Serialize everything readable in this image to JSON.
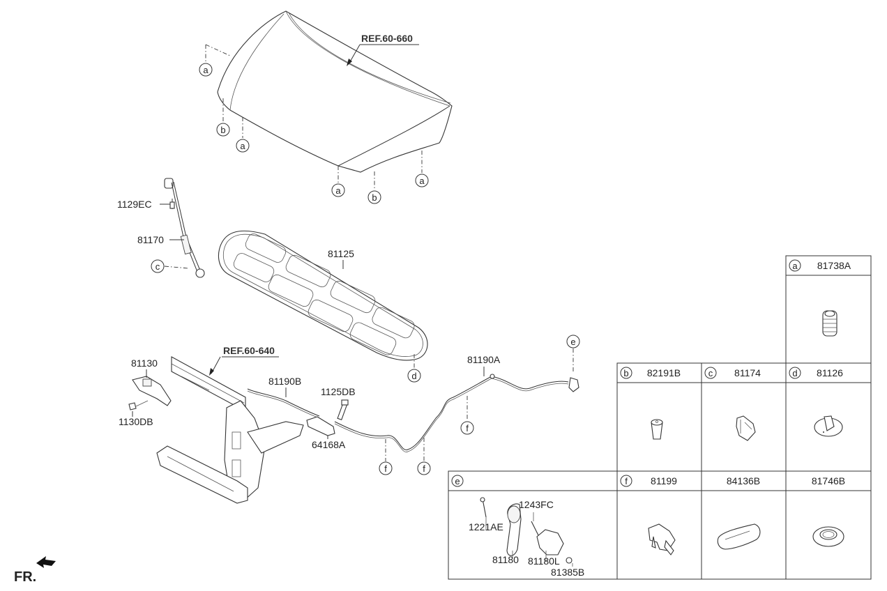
{
  "diagram": {
    "direction_marker": "FR.",
    "references": [
      {
        "id": "ref-hood",
        "text": "REF.60-660"
      },
      {
        "id": "ref-carrier",
        "text": "REF.60-640"
      }
    ],
    "part_labels": {
      "p1129EC": "1129EC",
      "p81170": "81170",
      "p81125": "81125",
      "p81130": "81130",
      "p1130DB": "1130DB",
      "p81190B": "81190B",
      "p1125DB": "1125DB",
      "p64168A": "64168A",
      "p81190A": "81190A"
    },
    "callouts": {
      "hood_a1": "a",
      "hood_b1": "b",
      "hood_a2": "a",
      "hood_a3": "a",
      "hood_b2": "b",
      "hood_a4": "a",
      "strut_c": "c",
      "pad_d": "d",
      "cable_e": "e",
      "cable_f1": "f",
      "cable_f2": "f",
      "cable_f3": "f"
    }
  },
  "legend_table": {
    "cells": [
      {
        "key": "a",
        "part": "81738A"
      },
      {
        "key": "b",
        "part": "82191B"
      },
      {
        "key": "c",
        "part": "81174"
      },
      {
        "key": "d",
        "part": "81126"
      },
      {
        "key": "e",
        "part": ""
      },
      {
        "key": "f",
        "part": "81199"
      },
      {
        "key": "",
        "part": "84136B"
      },
      {
        "key": "",
        "part": "81746B"
      }
    ],
    "e_subparts": {
      "s1221AE": "1221AE",
      "s1243FC": "1243FC",
      "s81180": "81180",
      "s81180L": "81180L",
      "s81385B": "81385B"
    }
  }
}
